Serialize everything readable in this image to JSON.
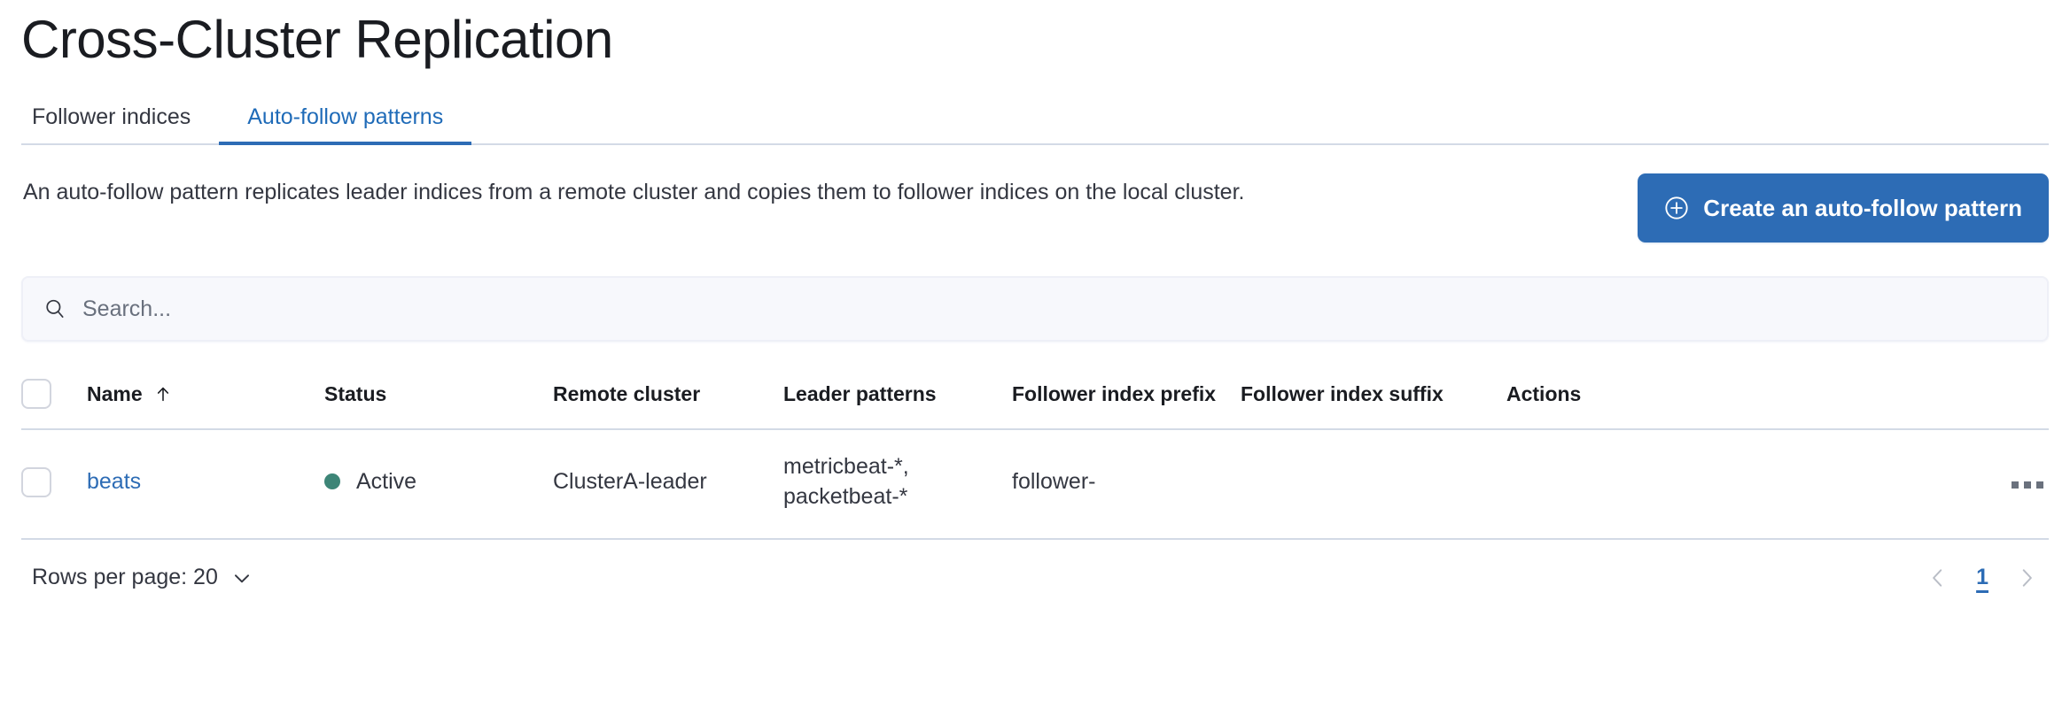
{
  "page": {
    "title": "Cross-Cluster Replication"
  },
  "tabs": [
    {
      "label": "Follower indices",
      "active": false
    },
    {
      "label": "Auto-follow patterns",
      "active": true
    }
  ],
  "intro": {
    "description": "An auto-follow pattern replicates leader indices from a remote cluster and copies them to follower indices on the local cluster.",
    "create_button_label": "Create an auto-follow pattern",
    "create_button_icon": "plus-in-circle-icon",
    "create_button_color": "#2d6cb5"
  },
  "search": {
    "value": "",
    "placeholder": "Search...",
    "icon": "search-icon"
  },
  "table": {
    "columns": [
      "Name",
      "Status",
      "Remote cluster",
      "Leader patterns",
      "Follower index prefix",
      "Follower index suffix",
      "Actions"
    ],
    "sort": {
      "column": "Name",
      "direction": "asc",
      "icon": "arrow-up-icon"
    },
    "rows": [
      {
        "selected": false,
        "name": "beats",
        "status": "Active",
        "status_color": "#3d8577",
        "remote_cluster": "ClusterA-leader",
        "leader_patterns": "metricbeat-*,\npacketbeat-*",
        "follower_index_prefix": "follower-",
        "follower_index_suffix": "",
        "actions_icon": "ellipsis-horizontal-icon"
      }
    ]
  },
  "footer": {
    "rows_per_page_label": "Rows per page: 20",
    "rows_per_page_icon": "chevron-down-icon",
    "pagination": {
      "prev_icon": "chevron-left-icon",
      "next_icon": "chevron-right-icon",
      "current_page": "1"
    }
  }
}
